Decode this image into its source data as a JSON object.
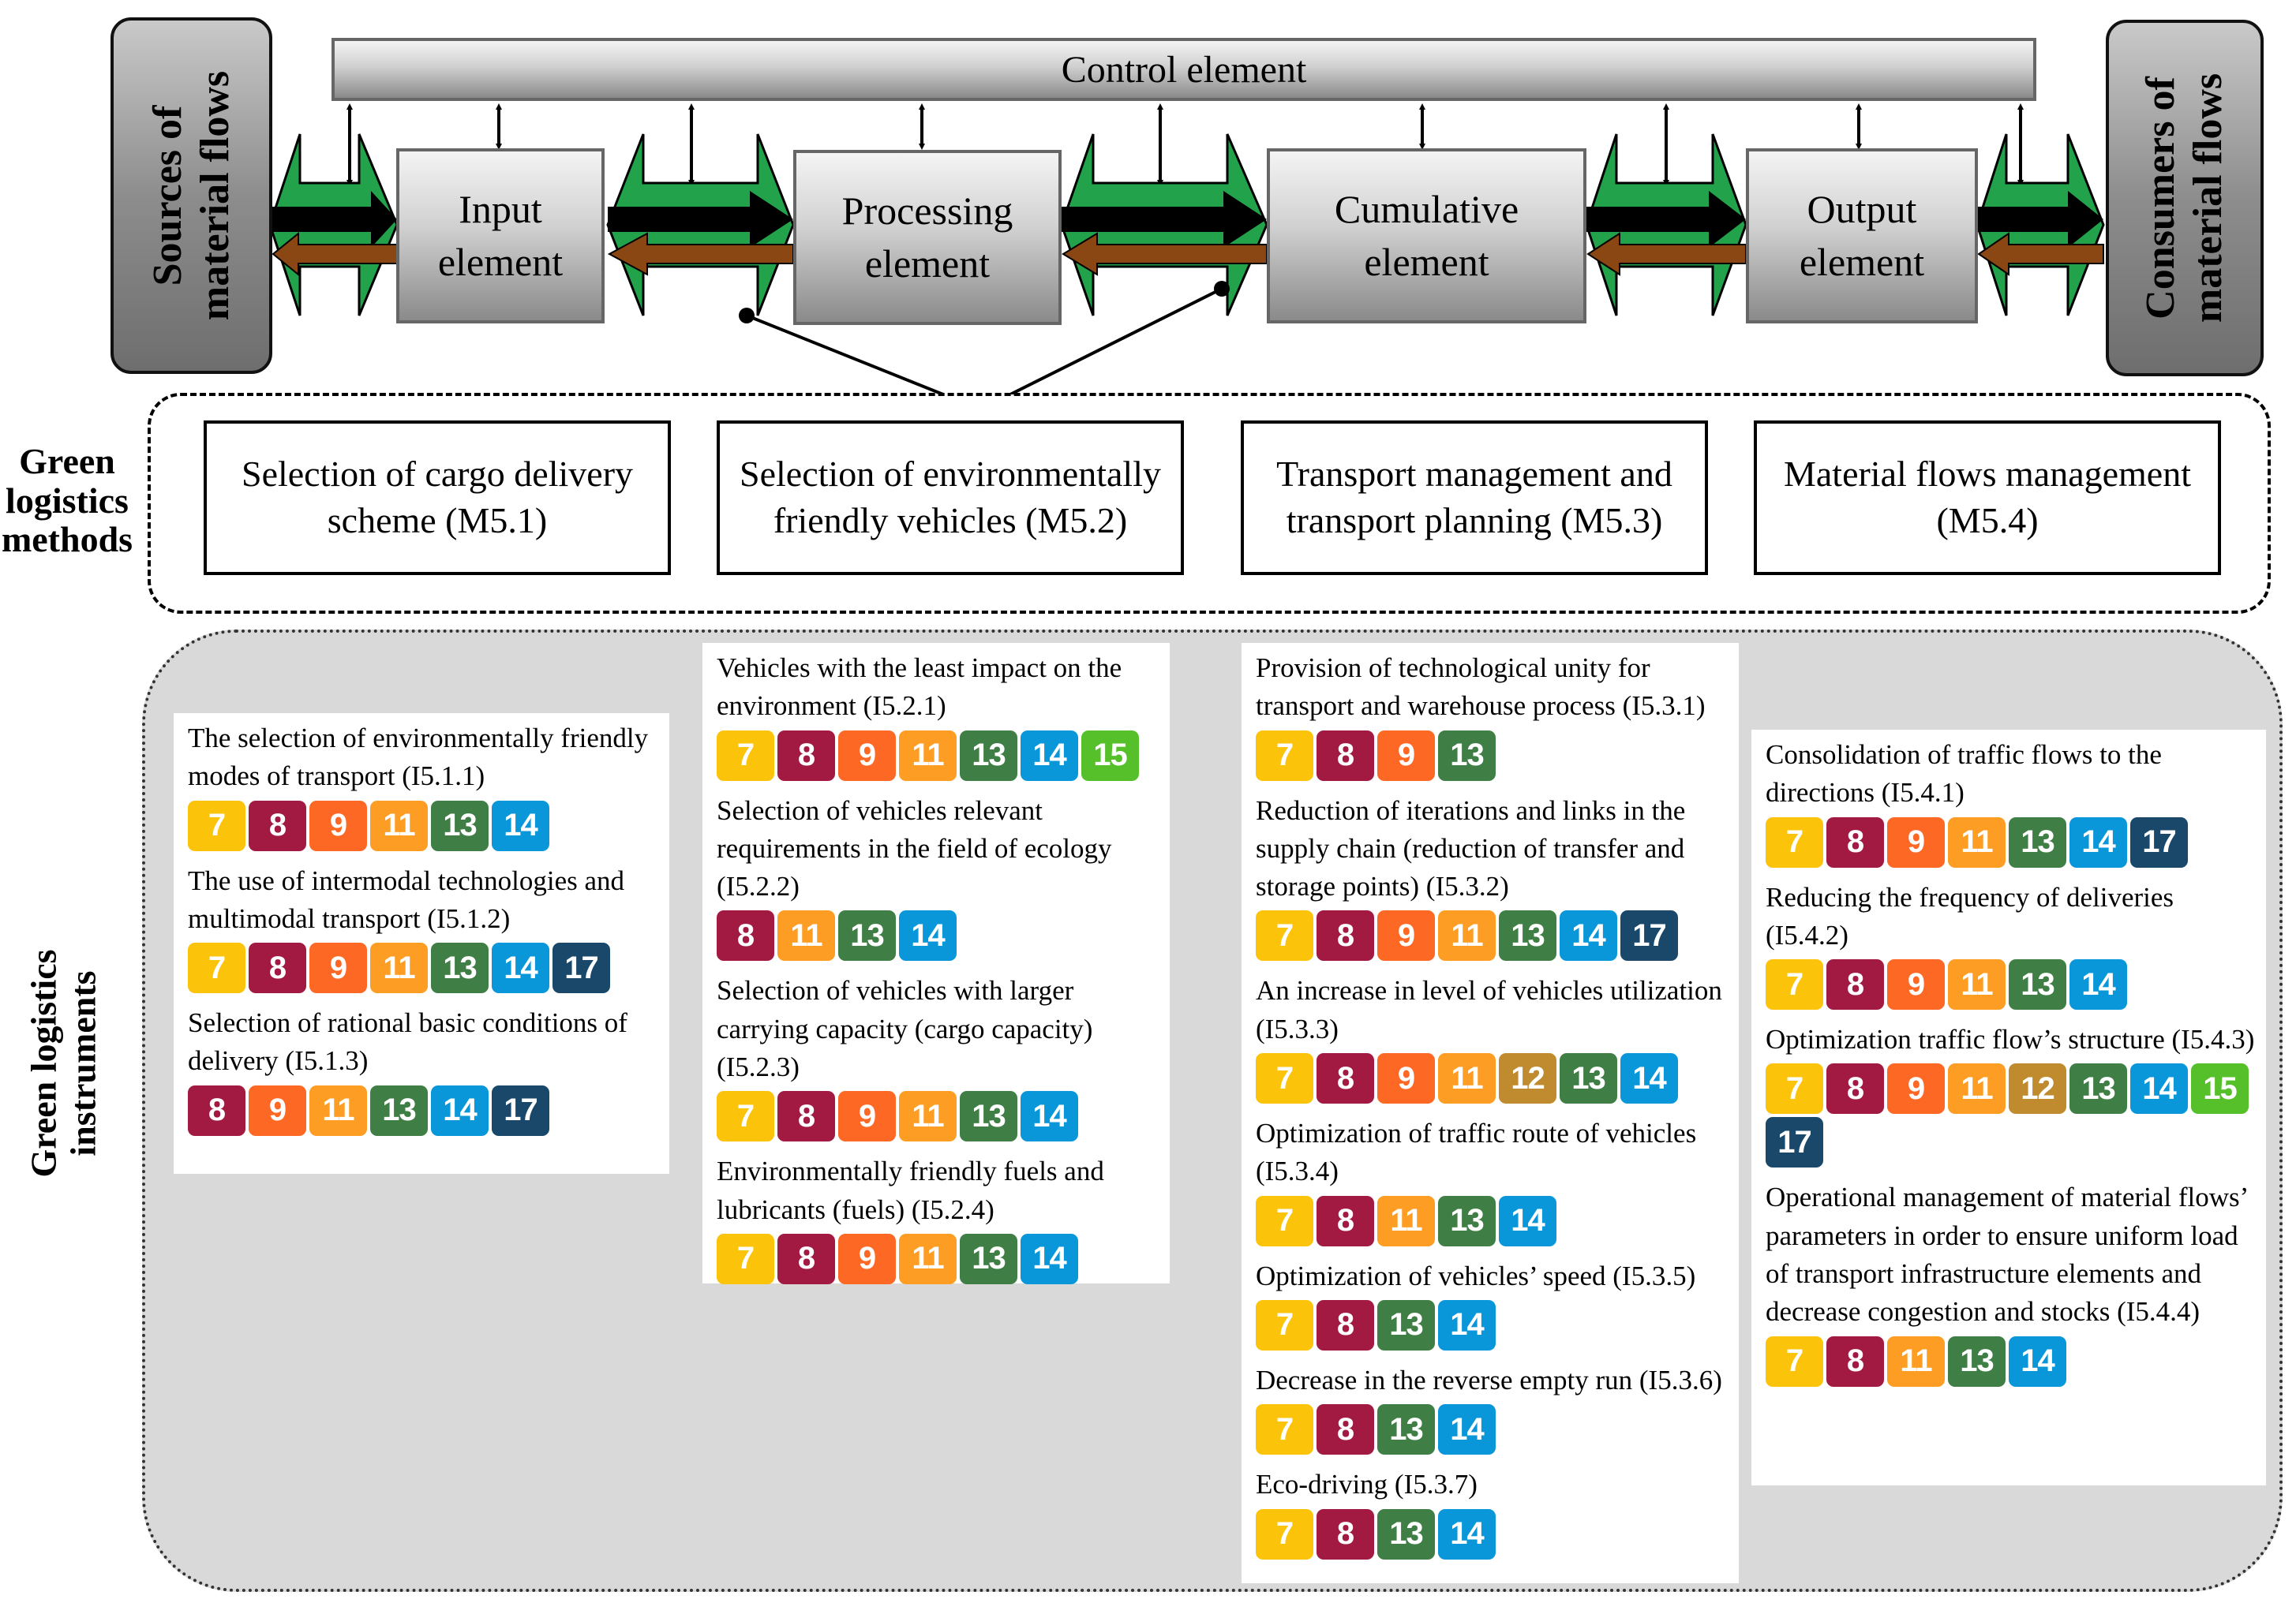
{
  "flow": {
    "control": "Control element",
    "sources": [
      "Sources of",
      "material flows"
    ],
    "consumers": [
      "Consumers of",
      "material flows"
    ],
    "elements": [
      [
        "Input",
        "element"
      ],
      [
        "Processing",
        "element"
      ],
      [
        "Cumulative",
        "element"
      ],
      [
        "Output",
        "element"
      ]
    ]
  },
  "methods": {
    "side_label": [
      "Green",
      "logistics",
      "methods"
    ],
    "items": [
      "Selection of cargo delivery scheme (M5.1)",
      "Selection of environmentally friendly vehicles (M5.2)",
      "Transport management and transport planning (M5.3)",
      "Material flows management (M5.4)"
    ]
  },
  "instruments": {
    "side_label": [
      "Green logistics",
      "instruments"
    ],
    "columns": [
      [
        {
          "text": "The selection of environmentally friendly modes of transport (I5.1.1)",
          "sdgs": [
            "7",
            "8",
            "9",
            "11",
            "13",
            "14"
          ]
        },
        {
          "text": "The use of intermodal technologies and multimodal transport (I5.1.2)",
          "sdgs": [
            "7",
            "8",
            "9",
            "11",
            "13",
            "14",
            "17"
          ]
        },
        {
          "text": "Selection of rational basic conditions of delivery (I5.1.3)",
          "sdgs": [
            "8",
            "9",
            "11",
            "13",
            "14",
            "17"
          ]
        }
      ],
      [
        {
          "text": "Vehicles with the least impact on the environment (I5.2.1)",
          "sdgs": [
            "7",
            "8",
            "9",
            "11",
            "13",
            "14",
            "15"
          ]
        },
        {
          "text": "Selection of vehicles relevant requirements in the field of ecology (I5.2.2)",
          "sdgs": [
            "8",
            "11",
            "13",
            "14"
          ]
        },
        {
          "text": "Selection of vehicles with larger carrying capacity (cargo capacity) (I5.2.3)",
          "sdgs": [
            "7",
            "8",
            "9",
            "11",
            "13",
            "14"
          ]
        },
        {
          "text": "Environmentally friendly fuels and lubricants (fuels) (I5.2.4)",
          "sdgs": [
            "7",
            "8",
            "9",
            "11",
            "13",
            "14"
          ]
        }
      ],
      [
        {
          "text": "Provision of technological unity for transport and warehouse process (I5.3.1)",
          "sdgs": [
            "7",
            "8",
            "9",
            "13"
          ]
        },
        {
          "text": "Reduction of iterations and links in the supply chain (reduction of transfer and storage points) (I5.3.2)",
          "sdgs": [
            "7",
            "8",
            "9",
            "11",
            "13",
            "14",
            "17"
          ]
        },
        {
          "text": "An increase in level of vehicles utilization  (I5.3.3)",
          "sdgs": [
            "7",
            "8",
            "9",
            "11",
            "12",
            "13",
            "14"
          ]
        },
        {
          "text": "Optimization of traffic route of vehicles (I5.3.4)",
          "sdgs": [
            "7",
            "8",
            "11",
            "13",
            "14"
          ]
        },
        {
          "text": "Optimization of vehicles’ speed  (I5.3.5)",
          "sdgs": [
            "7",
            "8",
            "13",
            "14"
          ]
        },
        {
          "text": "Decrease in the reverse empty run (I5.3.6)",
          "sdgs": [
            "7",
            "8",
            "13",
            "14"
          ]
        },
        {
          "text": "Eco-driving (I5.3.7)",
          "sdgs": [
            "7",
            "8",
            "13",
            "14"
          ]
        }
      ],
      [
        {
          "text": "Consolidation of traffic flows to the directions (I5.4.1)",
          "sdgs": [
            "7",
            "8",
            "9",
            "11",
            "13",
            "14",
            "17"
          ]
        },
        {
          "text": "Reducing the frequency of deliveries (I5.4.2)",
          "sdgs": [
            "7",
            "8",
            "9",
            "11",
            "13",
            "14"
          ]
        },
        {
          "text": "Optimization traffic flow’s structure (I5.4.3)",
          "sdgs": [
            "7",
            "8",
            "9",
            "11",
            "12",
            "13",
            "14",
            "15",
            "17"
          ]
        },
        {
          "text": "Operational management of material flows’ parameters in order to ensure uniform load of transport infrastructure elements and decrease congestion and stocks (I5.4.4)",
          "sdgs": [
            "7",
            "8",
            "11",
            "13",
            "14"
          ]
        }
      ]
    ]
  },
  "sdg_colors": {
    "7": "#fcc30b",
    "8": "#a21942",
    "9": "#fd6925",
    "11": "#fd9d24",
    "12": "#bf8b2e",
    "13": "#3f7e44",
    "14": "#0a97d9",
    "15": "#56c02b",
    "17": "#19486a"
  }
}
